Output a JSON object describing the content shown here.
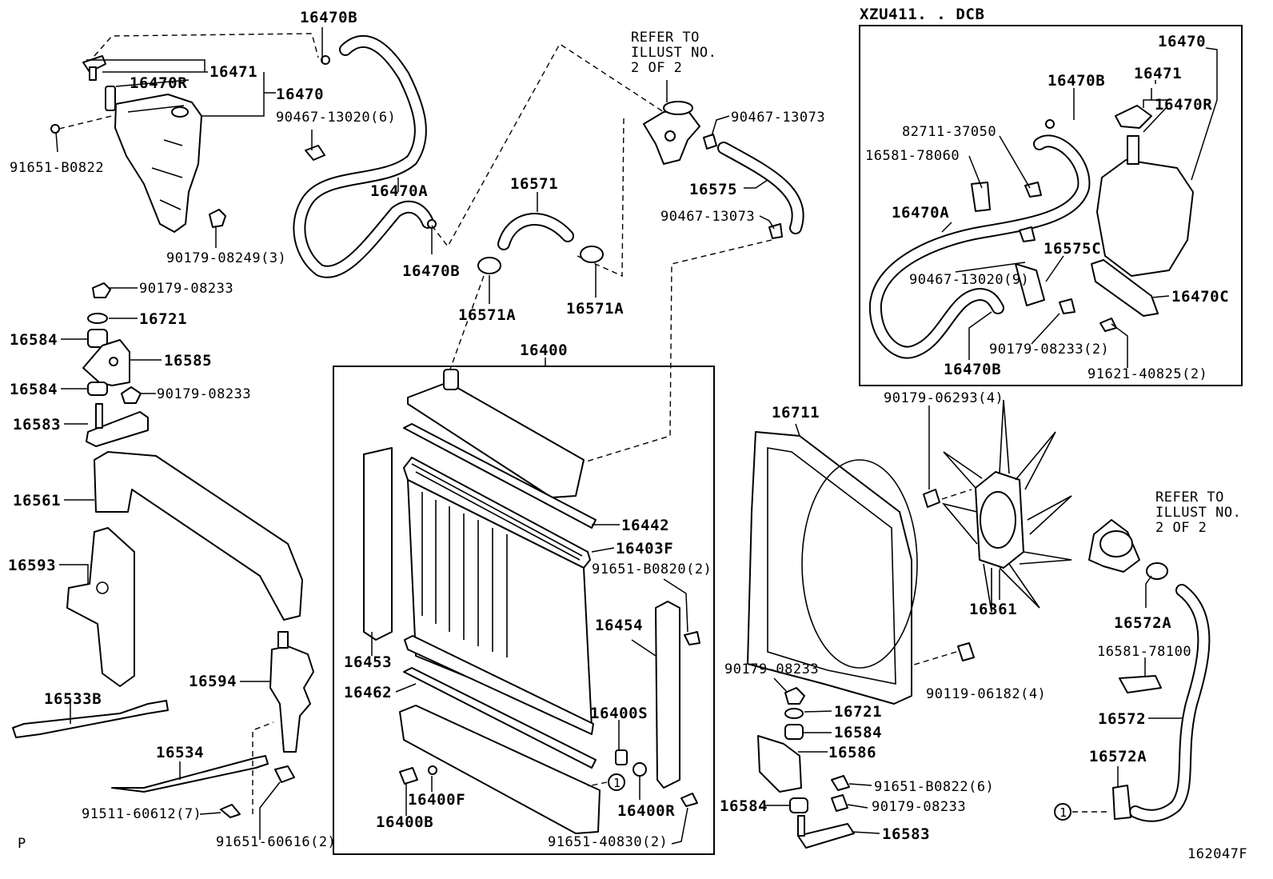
{
  "header": {
    "variant": "XZU411. . DCB"
  },
  "refer_notes": [
    {
      "id": "refer-top",
      "lines": [
        "REFER TO",
        "ILLUST NO.",
        "2 OF 2"
      ]
    },
    {
      "id": "refer-right",
      "lines": [
        "REFER TO",
        "ILLUST NO.",
        "2 OF 2"
      ]
    }
  ],
  "footer": {
    "page_mark": "P",
    "figure_code": "162047F"
  },
  "connector_marker": "1",
  "labels": {
    "p16470B_a": "16470B",
    "p16471_a": "16471",
    "p16470R_a": "16470R",
    "p16470_a": "16470",
    "p90467_13020_6": "90467-13020(6)",
    "p91651_B0822": "91651-B0822",
    "p16470A_a": "16470A",
    "p90179_08249": "90179-08249(3)",
    "p16470B_b": "16470B",
    "p16571": "16571",
    "p16571A_a": "16571A",
    "p16571A_b": "16571A",
    "p90467_13073_a": "90467-13073",
    "p16575": "16575",
    "p90467_13073_b": "90467-13073",
    "p90179_08233_a": "90179-08233",
    "p16721_a": "16721",
    "p16584_a": "16584",
    "p16585": "16585",
    "p16584_b": "16584",
    "p90179_08233_b": "90179-08233",
    "p16583_a": "16583",
    "p16561": "16561",
    "p16593": "16593",
    "p16533B": "16533B",
    "p16594": "16594",
    "p16534": "16534",
    "p91511_60612": "91511-60612(7)",
    "p91651_60616": "91651-60616(2)",
    "p16400": "16400",
    "p16442": "16442",
    "p16403F": "16403F",
    "p91651_B0820": "91651-B0820(2)",
    "p16454": "16454",
    "p16453": "16453",
    "p16462": "16462",
    "p16400S": "16400S",
    "p16400F": "16400F",
    "p16400B": "16400B",
    "p16400R": "16400R",
    "p91651_40830": "91651-40830(2)",
    "p16711": "16711",
    "p90179_06293": "90179-06293(4)",
    "p16361": "16361",
    "p90179_08233_c": "90179-08233",
    "p90119_06182": "90119-06182(4)",
    "p16721_b": "16721",
    "p16584_c": "16584",
    "p16586": "16586",
    "p91651_B0822_6": "91651-B0822(6)",
    "p16584_d": "16584",
    "p90179_08233_d": "90179-08233",
    "p16583_b": "16583",
    "p16572A_a": "16572A",
    "p16581_78100": "16581-78100",
    "p16572": "16572",
    "p16572A_b": "16572A",
    "i16470": "16470",
    "i16471": "16471",
    "i16470R": "16470R",
    "i16470B_a": "16470B",
    "i82711_37050": "82711-37050",
    "i16581_78060": "16581-78060",
    "i16470A": "16470A",
    "i16575C": "16575C",
    "i90467_13020_9": "90467-13020(9)",
    "i16470C": "16470C",
    "i90179_08233_2": "90179-08233(2)",
    "i16470B_b": "16470B",
    "i91621_40825": "91621-40825(2)"
  }
}
